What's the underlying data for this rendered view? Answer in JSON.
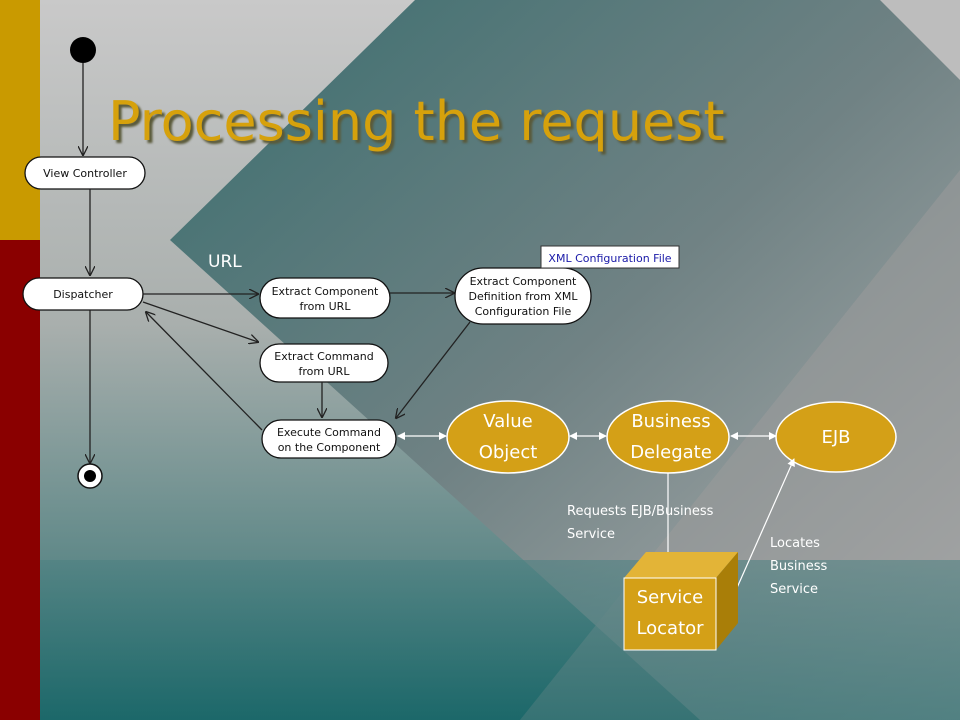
{
  "slide": {
    "title": "Processing the request",
    "colors": {
      "title": "#d6a10c",
      "left_gold": "#c99a00",
      "left_red": "#8a0000",
      "oval_fill": "#d4a017",
      "teal": "#0f6466"
    }
  },
  "activity_diagram": {
    "nodes": {
      "view_controller": "View Controller",
      "dispatcher": "Dispatcher",
      "extract_component": [
        "Extract Component",
        "from URL"
      ],
      "extract_definition": [
        "Extract Component",
        "Definition from XML",
        "Configuration File"
      ],
      "extract_command": [
        "Extract Command",
        "from URL"
      ],
      "execute_command": [
        "Execute Command",
        "on the Component"
      ]
    },
    "xml_note": "XML Configuration File",
    "url_label": "URL"
  },
  "components": {
    "value_object": [
      "Value",
      "Object"
    ],
    "business_delegate": [
      "Business",
      "Delegate"
    ],
    "ejb": "EJB",
    "service_locator": [
      "Service",
      "Locator"
    ],
    "requests_label": [
      "Requests EJB/Business",
      "Service"
    ],
    "locates_label": [
      "Locates",
      "Business",
      "Service"
    ]
  }
}
